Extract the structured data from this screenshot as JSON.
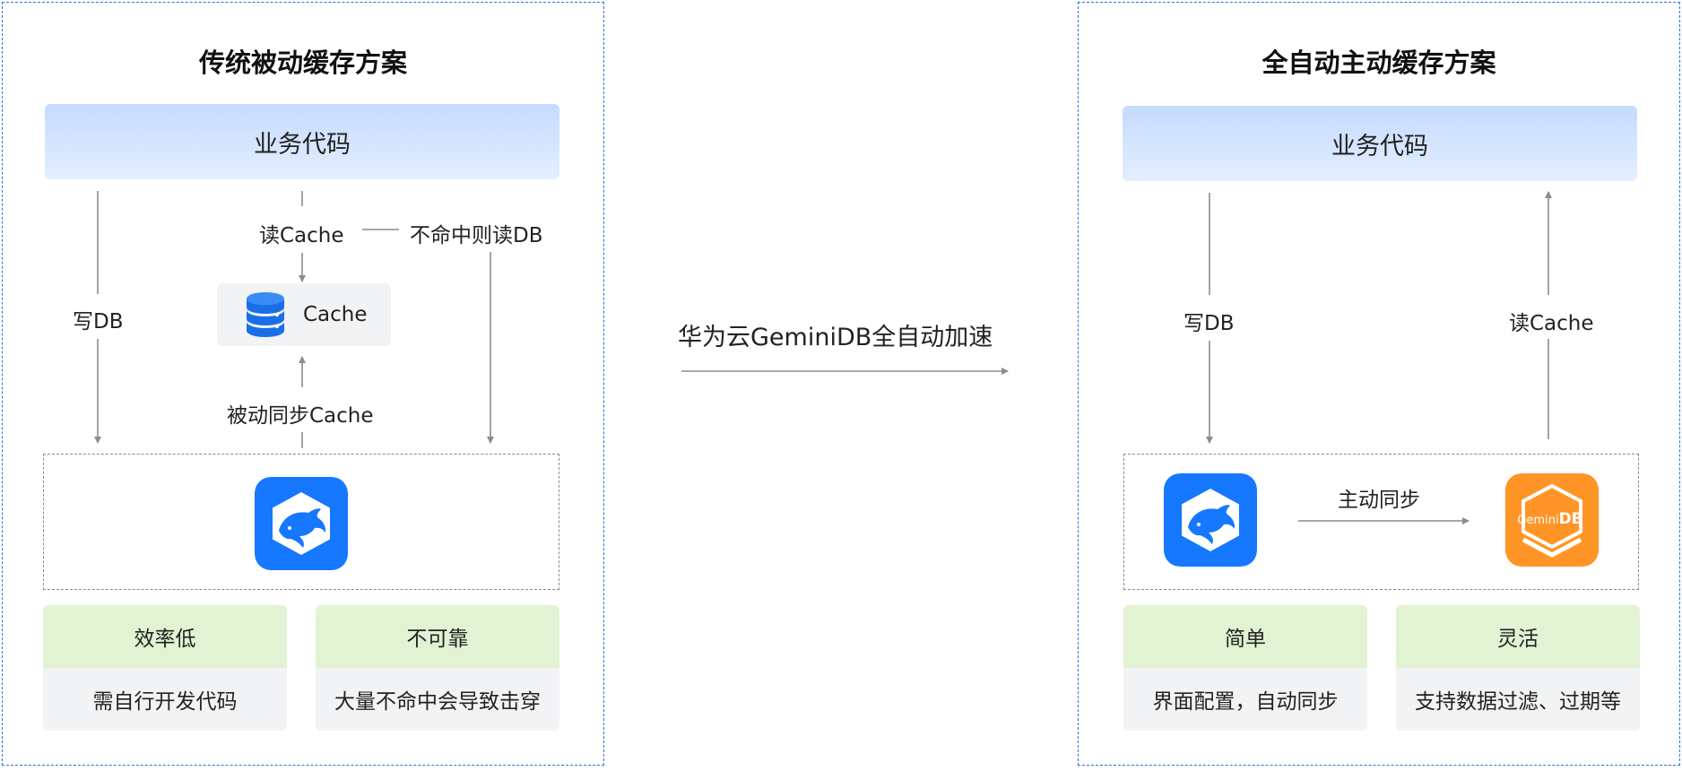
{
  "left": {
    "title": "传统被动缓存方案",
    "business_code": "业务代码",
    "write_db": "写DB",
    "read_cache": "读Cache",
    "miss_read_db": "不命中则读DB",
    "cache": "Cache",
    "passive_sync": "被动同步Cache",
    "cards": [
      {
        "title": "效率低",
        "desc": "需自行开发代码"
      },
      {
        "title": "不可靠",
        "desc": "大量不命中会导致击穿"
      }
    ]
  },
  "middle": {
    "label": "华为云GeminiDB全自动加速"
  },
  "right": {
    "title": "全自动主动缓存方案",
    "business_code": "业务代码",
    "write_db": "写DB",
    "read_cache": "读Cache",
    "active_sync": "主动同步",
    "gemini_logo_text_a": "Gemini",
    "gemini_logo_text_b": "DB",
    "cards": [
      {
        "title": "简单",
        "desc": "界面配置，自动同步"
      },
      {
        "title": "灵活",
        "desc": "支持数据过滤、过期等"
      }
    ]
  },
  "colors": {
    "panel_border": "#2f6fe0",
    "mysql_blue": "#1677ff",
    "gemini_orange": "#ff9526",
    "card_header": "#e1f3d2",
    "card_body": "#f2f3f5",
    "arrow": "#8c8c8c"
  },
  "icons": [
    "database-icon",
    "mysql-dolphin-icon",
    "geminidb-icon"
  ]
}
